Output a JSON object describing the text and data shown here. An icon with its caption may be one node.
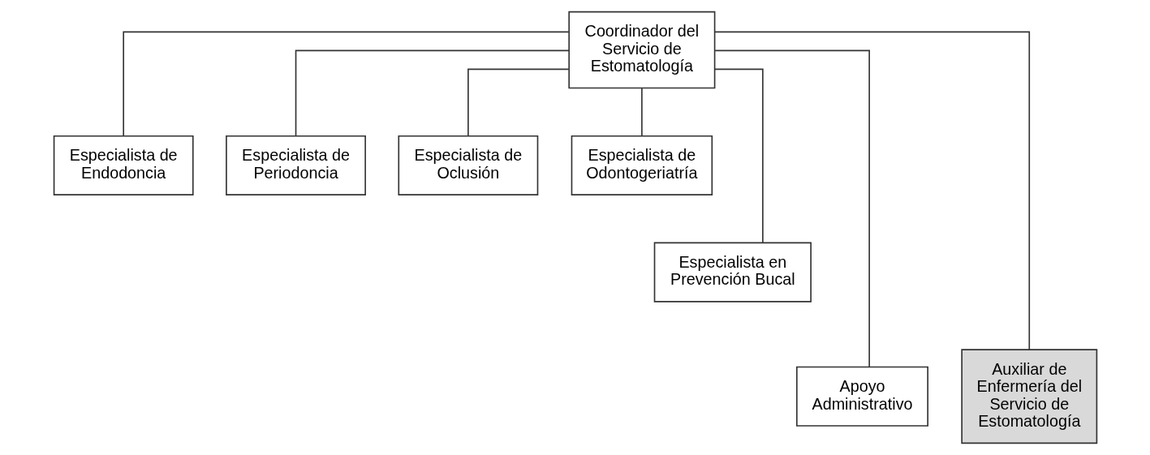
{
  "diagram": {
    "nodes": [
      {
        "text": [
          "Coordinador del Servicio de Estomatología"
        ]
      },
      {
        "text": [
          "Especialista de Endodoncia"
        ]
      },
      {
        "text": [
          "Especialista de Periodoncia"
        ]
      },
      {
        "text": [
          "Especialista de Oclusión"
        ]
      },
      {
        "text": [
          "Especialista de Odontogeriatría"
        ]
      },
      {
        "text": [
          "Especialista en Prevención Bucal"
        ]
      },
      {
        "text": [
          "Apoyo Administrativo"
        ]
      },
      {
        "text": [
          "Auxiliar de Enfermería del Servicio de Estomatología"
        ]
      }
    ],
    "edges": [
      {
        "from": 0,
        "to": 1,
        "arrow": "none"
      },
      {
        "from": 0,
        "to": 2,
        "arrow": "none"
      },
      {
        "from": 0,
        "to": 3,
        "arrow": "none"
      },
      {
        "from": 0,
        "to": 4,
        "arrow": "none"
      },
      {
        "from": 0,
        "to": 5,
        "arrow": "none"
      },
      {
        "from": 0,
        "to": 6,
        "arrow": "none"
      },
      {
        "from": 0,
        "to": 7,
        "arrow": "none"
      }
    ]
  }
}
